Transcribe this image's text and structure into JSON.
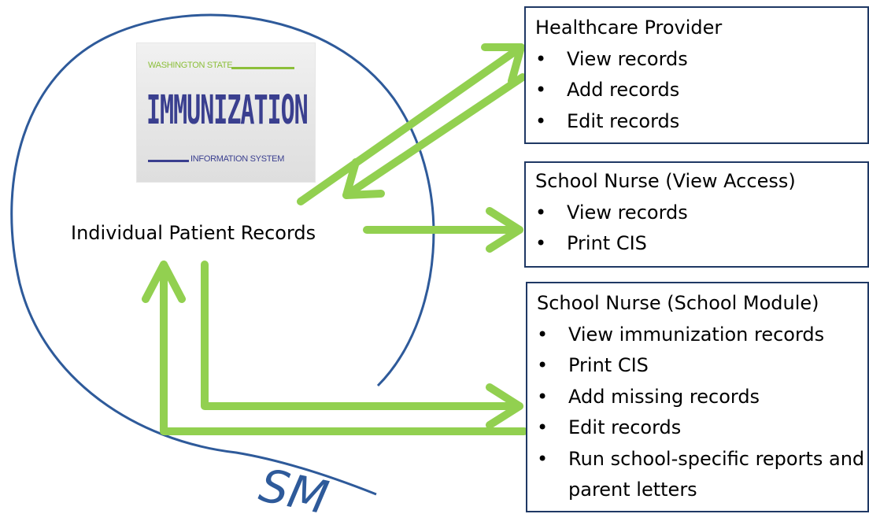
{
  "logo": {
    "top_text": "WASHINGTON STATE",
    "main_text": "IMMUNIZATION",
    "bottom_text": "INFORMATION SYSTEM"
  },
  "center_label": "Individual Patient Records",
  "boxes": {
    "provider": {
      "title": "Healthcare Provider",
      "items": [
        "View records",
        "Add records",
        "Edit records"
      ]
    },
    "view_access": {
      "title": "School Nurse (View Access)",
      "items": [
        "View records",
        "Print CIS"
      ]
    },
    "school_module": {
      "title": "School Nurse (School Module)",
      "items": [
        "View immunization records",
        "Print CIS",
        "Add missing records",
        "Edit records",
        "Run school-specific reports and parent letters"
      ]
    }
  },
  "signature": "SM",
  "colors": {
    "arrow": "#92d050",
    "box_border": "#1f3864",
    "circle": "#2e5a9a"
  }
}
